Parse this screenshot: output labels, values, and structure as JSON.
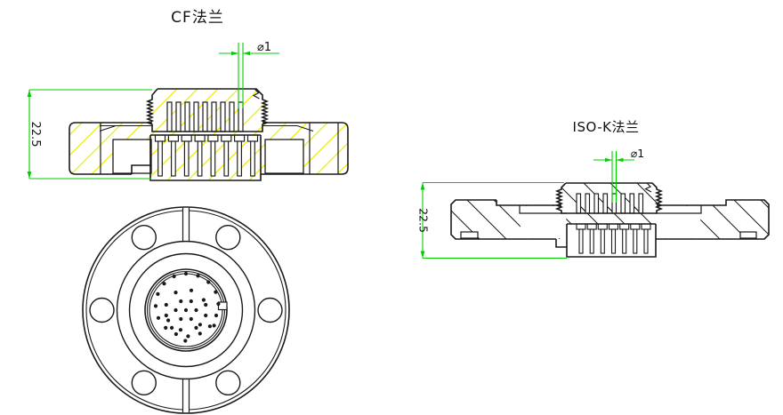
{
  "drawing": {
    "background": "#ffffff",
    "colors": {
      "outline": "#1a1a1a",
      "dimension_green": "#00cf00",
      "hatch_cf_yellow": "#eded00",
      "hatch_iso_black": "#1a1a1a",
      "text": "#111111"
    },
    "cf_flange": {
      "title": "CF法兰",
      "section_view": {
        "height_dim": "22.5",
        "pin_diameter_dim": "⌀1"
      },
      "front_view": {
        "bolt_hole_count": 6,
        "connector_pin_count": 37
      }
    },
    "iso_k_flange": {
      "title": "ISO-K法兰",
      "section_view": {
        "height_dim": "22.5",
        "pin_diameter_dim": "⌀1"
      }
    }
  }
}
